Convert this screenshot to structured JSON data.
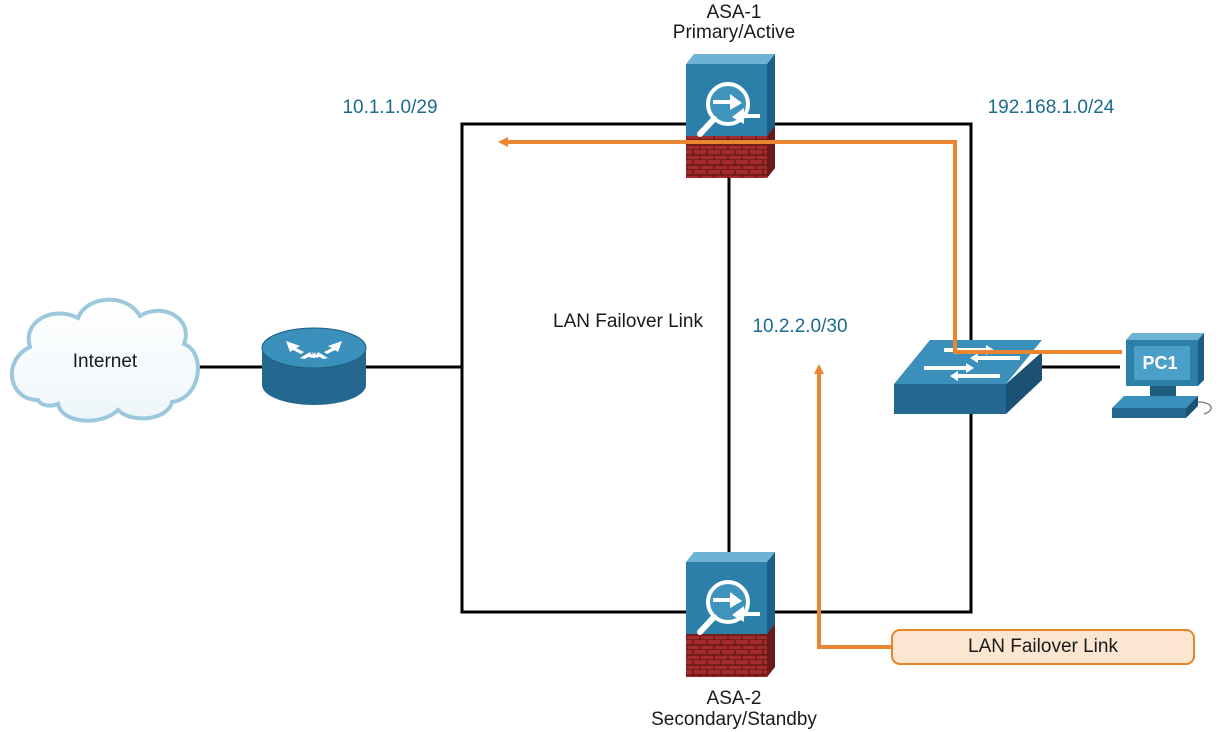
{
  "diagram": {
    "asa1": {
      "name": "ASA-1",
      "role": "Primary/Active"
    },
    "asa2": {
      "name": "ASA-2",
      "role": "Secondary/Standby"
    },
    "internet_label": "Internet",
    "pc_label": "PC1",
    "subnets": {
      "outside": "10.1.1.0/29",
      "inside": "192.168.1.0/24",
      "failover": "10.2.2.0/30"
    },
    "failover_link_label": "LAN Failover Link",
    "callout_label": "LAN Failover Link"
  },
  "colors": {
    "link": "#000000",
    "traffic_path": "#ea8532",
    "device_blue": "#2c7fa8",
    "firewall_red": "#9b2a2a",
    "subnet_text": "#1b6a8e",
    "callout_fill": "#fbe6d2"
  }
}
